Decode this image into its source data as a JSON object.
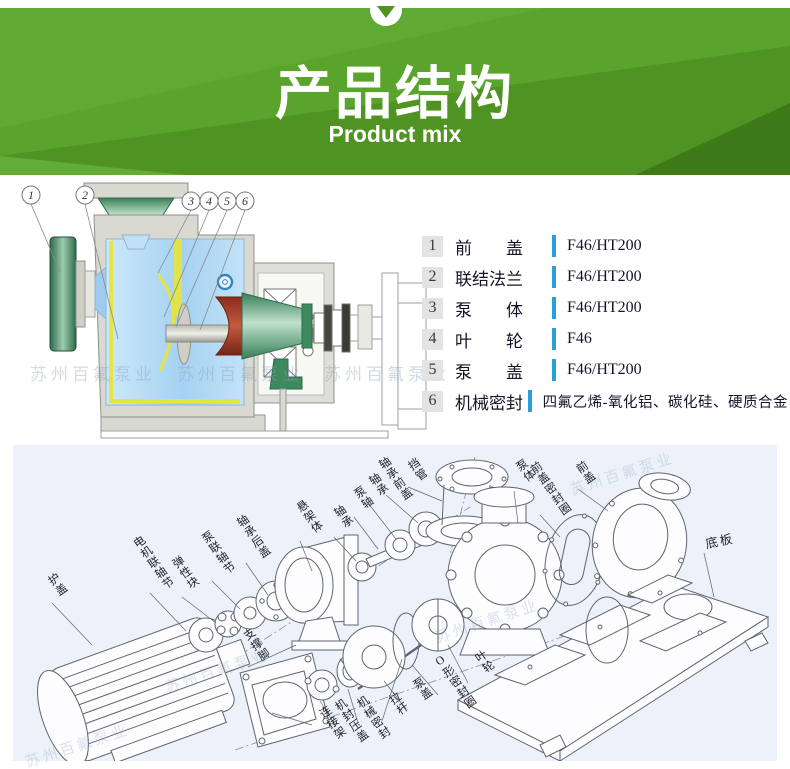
{
  "header": {
    "title": "产品结构",
    "subtitle": "Product mix",
    "accent_green": "#4f9423"
  },
  "structure_diagram": {
    "watermark": "苏州百氟泵业",
    "watermark_row": "苏州百氟泵业　苏州百氟泵业　苏州百氟泵业",
    "callouts": [
      "1",
      "2",
      "3",
      "4",
      "5",
      "6"
    ],
    "divider_blue": "#2b9fd8",
    "parts_table": [
      {
        "no": "1",
        "name": "前　　盖",
        "material": "F46/HT200"
      },
      {
        "no": "2",
        "name": "联结法兰",
        "material": "F46/HT200"
      },
      {
        "no": "3",
        "name": "泵　　体",
        "material": "F46/HT200"
      },
      {
        "no": "4",
        "name": "叶　　轮",
        "material": "F46"
      },
      {
        "no": "5",
        "name": "泵　　盖",
        "material": "F46/HT200"
      },
      {
        "no": "6",
        "name": "机械密封",
        "material": "四氟乙烯-氧化铝、碳化硅、硬质合金"
      }
    ]
  },
  "exploded_view": {
    "labels": [
      {
        "text": "护盖"
      },
      {
        "text": "电机联轴节"
      },
      {
        "text": "弹性块"
      },
      {
        "text": "泵联轴节"
      },
      {
        "text": "轴承后盖"
      },
      {
        "text": "悬架体"
      },
      {
        "text": "支撑脚"
      },
      {
        "text": "轴承"
      },
      {
        "text": "泵轴"
      },
      {
        "text": "轴承"
      },
      {
        "text": "轴承前盖"
      },
      {
        "text": "挡管"
      },
      {
        "text": "泵体"
      },
      {
        "text": "前盖密封圈"
      },
      {
        "text": "前盖"
      },
      {
        "text": "底板"
      },
      {
        "text": "连接架"
      },
      {
        "text": "机封压盖"
      },
      {
        "text": "机械密封"
      },
      {
        "text": "拉杆"
      },
      {
        "text": "泵盖"
      },
      {
        "text": "O形密封圈"
      },
      {
        "text": "叶轮"
      }
    ]
  }
}
